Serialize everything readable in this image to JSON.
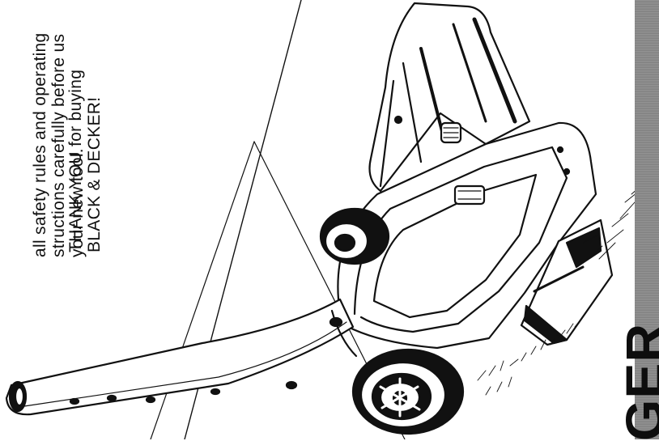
{
  "manual": {
    "warning_lines": [
      "all safety rules and operating",
      "structions carefully before us",
      "your new tool."
    ],
    "thanks_lines": [
      "THANK YOU for buying",
      "BLACK & DECKER!"
    ],
    "cover_word": "GER"
  },
  "colors": {
    "ink": "#111111",
    "paper": "#ffffff",
    "edge_texture": "#8a8a8a"
  },
  "illustration": {
    "subject": "leaf-blower-vacuum-icon"
  }
}
